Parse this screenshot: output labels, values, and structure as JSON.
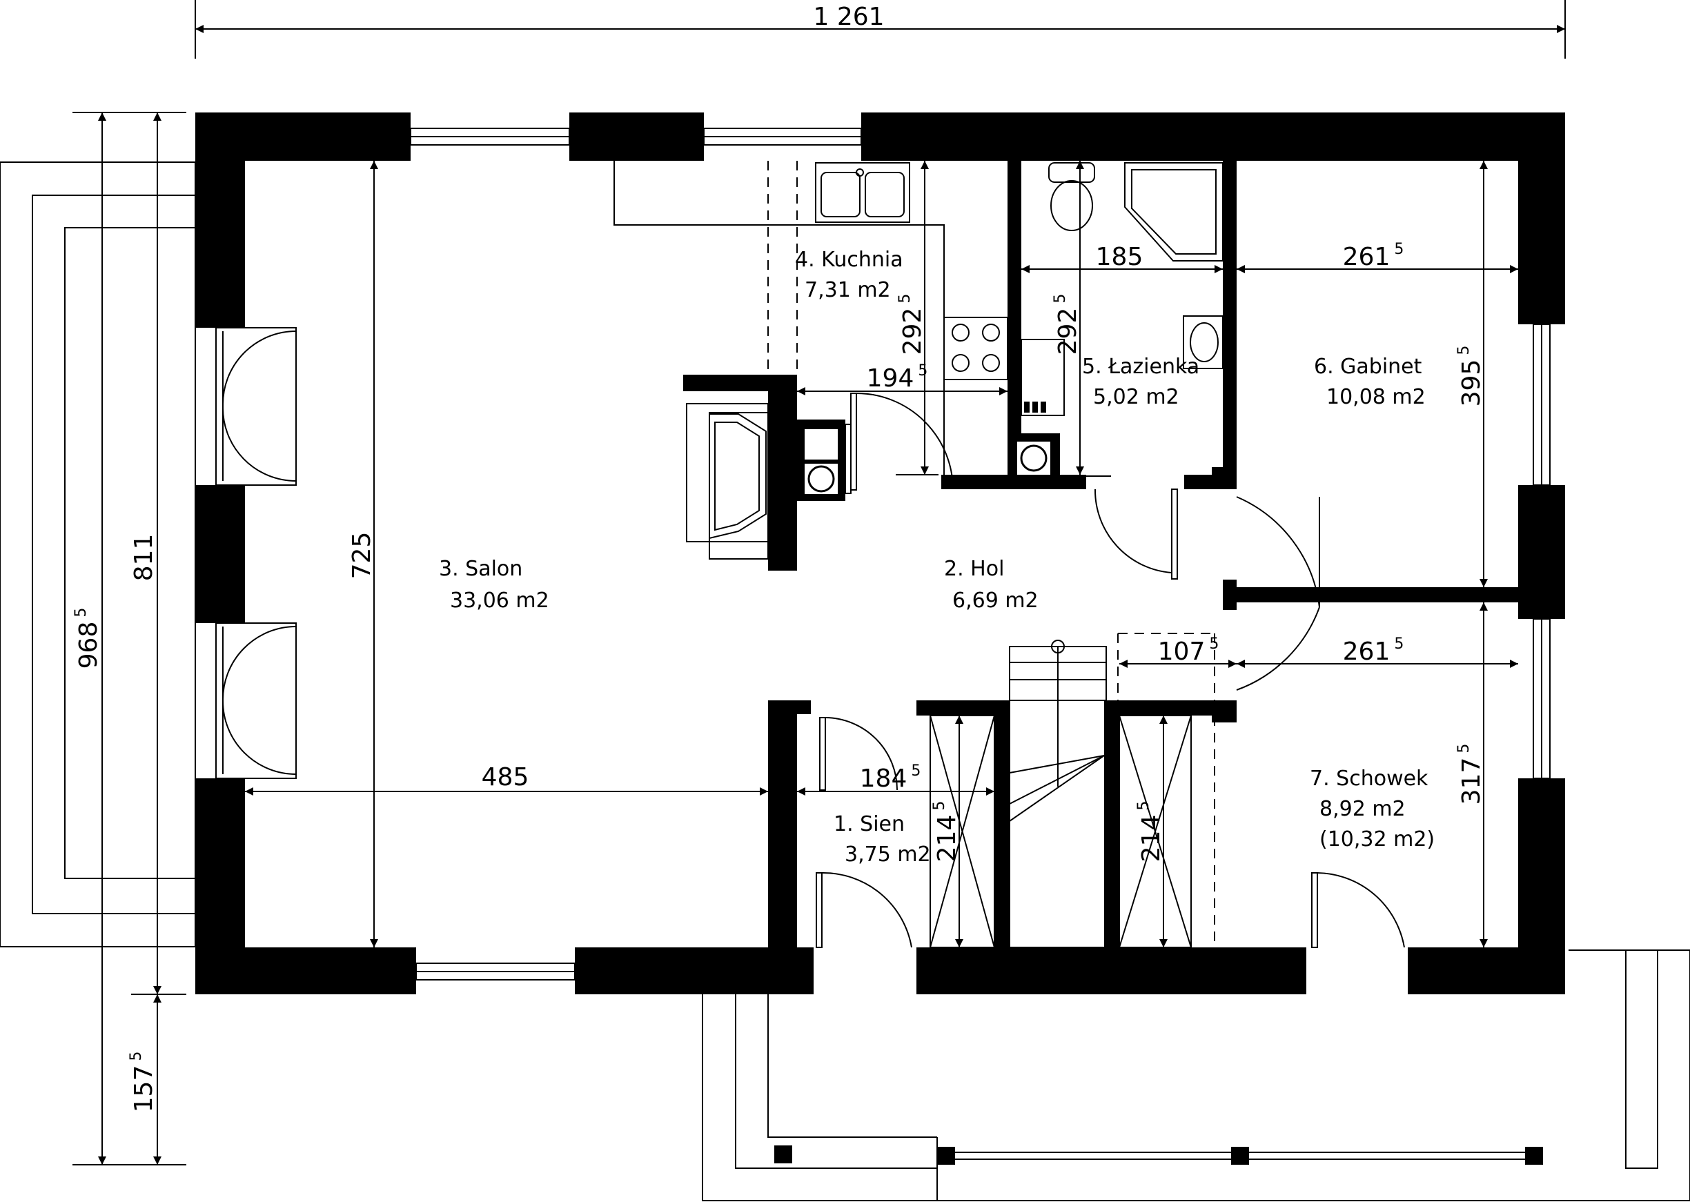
{
  "rooms": [
    {
      "name": "1. Sien",
      "area": "3,75 m2"
    },
    {
      "name": "2. Hol",
      "area": "6,69 m2"
    },
    {
      "name": "3. Salon",
      "area": "33,06 m2"
    },
    {
      "name": "4. Kuchnia",
      "area": "7,31 m2"
    },
    {
      "name": "5. Łazienka",
      "area": "5,02 m2"
    },
    {
      "name": "6. Gabinet",
      "area": "10,08 m2"
    },
    {
      "name": "7. Schowek",
      "area": "8,92 m2",
      "area_extra": "(10,32 m2)"
    }
  ],
  "dimensions": {
    "overall_width": {
      "main": "1 261",
      "sup": ""
    },
    "overall_depth": {
      "main": "968",
      "sup": "5"
    },
    "body_depth": {
      "main": "811",
      "sup": ""
    },
    "terrace_depth": {
      "main": "157",
      "sup": "5"
    },
    "salon_depth": {
      "main": "725",
      "sup": ""
    },
    "salon_width": {
      "main": "485",
      "sup": ""
    },
    "kitchen_depth": {
      "main": "292",
      "sup": "5"
    },
    "kitchen_width": {
      "main": "194",
      "sup": "5"
    },
    "bath_width": {
      "main": "185",
      "sup": ""
    },
    "bath_depth": {
      "main": "292",
      "sup": "5"
    },
    "office_width": {
      "main": "261",
      "sup": "5"
    },
    "office_depth": {
      "main": "395",
      "sup": "5"
    },
    "storage_width": {
      "main": "261",
      "sup": "5"
    },
    "storage_depth": {
      "main": "317",
      "sup": "5"
    },
    "hall_width": {
      "main": "107",
      "sup": "5"
    },
    "vestibule_width": {
      "main": "184",
      "sup": "5"
    },
    "wardrobe1_depth": {
      "main": "214",
      "sup": "5"
    },
    "wardrobe2_depth": {
      "main": "214",
      "sup": "5"
    }
  }
}
